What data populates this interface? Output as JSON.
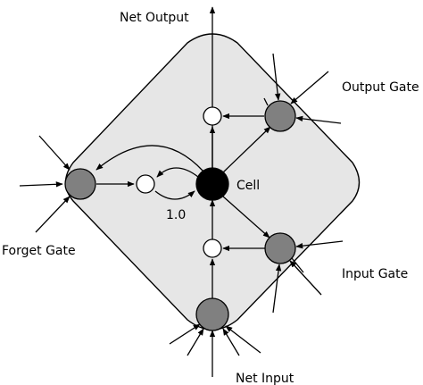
{
  "labels": {
    "net_output": "Net Output",
    "output_gate": "Output Gate",
    "cell": "Cell",
    "recurrent_weight": "1.0",
    "forget_gate": "Forget Gate",
    "input_gate": "Input Gate",
    "net_input": "Net Input"
  },
  "colors": {
    "region_fill": "#e6e6e6",
    "gate_fill": "#808080",
    "cell_fill": "#000000",
    "multiplier_fill": "#ffffff",
    "line": "#000000"
  }
}
